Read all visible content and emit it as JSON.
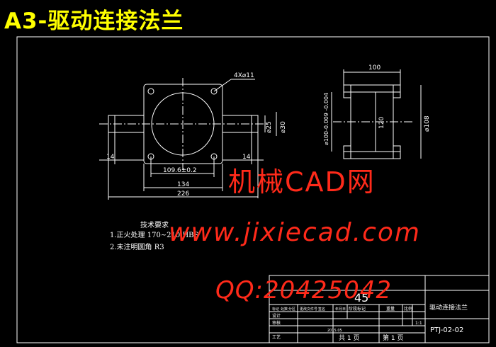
{
  "banner": {
    "title": "A3-驱动连接法兰"
  },
  "drawing": {
    "labels": {
      "holes": "4X⌀11",
      "dim_109": "109.6±0.2",
      "dim_134": "134",
      "dim_226": "226",
      "dim_14_left": "14",
      "dim_14_right": "14",
      "dim_25": "⌀25",
      "dim_30": "⌀30",
      "dim_100_top": "100",
      "dim_100_side": "⌀100-0.009 -0.004",
      "dim_120": "120",
      "dim_108": "⌀108"
    }
  },
  "tech_req": {
    "heading": "技术要求",
    "item1": "1.正火处理 170~210 HBS",
    "item2": "2.未注明圆角 R3"
  },
  "title_block": {
    "material": "45",
    "part_name": "驱动连接法兰",
    "drawing_no": "PTJ-02-02",
    "scale": "1:1",
    "sheet_total": "共 1 页",
    "sheet_no": "第 1 页",
    "row_labels": [
      "设计",
      "审核",
      "工艺"
    ],
    "header_cells": [
      "标记",
      "处数",
      "分区",
      "更改文件号",
      "签名",
      "年月日"
    ],
    "stage_cells": [
      "阶段标记",
      "重量",
      "比例"
    ],
    "date": "2015.05"
  },
  "watermarks": {
    "cn": "机械CAD网",
    "url": "www.jixiecad.com",
    "qq": "QQ:20425042"
  },
  "colors": {
    "background": "#000000",
    "line": "#ffffff",
    "banner": "#ffff00",
    "watermark": "#ff2a1a"
  }
}
